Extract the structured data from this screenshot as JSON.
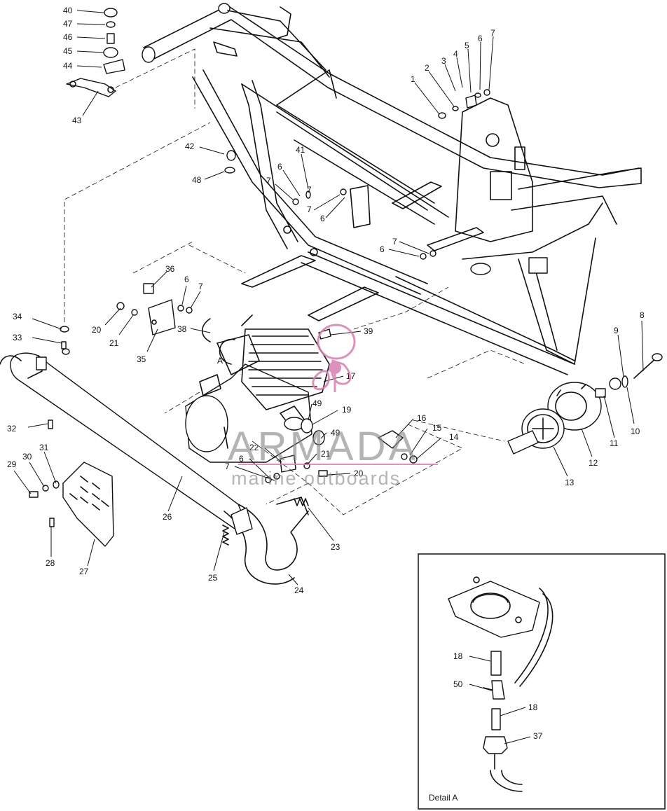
{
  "detail": {
    "title": "Detail A",
    "view_marker": "A"
  },
  "watermark": {
    "name": "ARMADA",
    "tagline": "marine outboards",
    "color": "#d77fb0"
  },
  "callouts": [
    {
      "id": "c40",
      "label": "40"
    },
    {
      "id": "c47",
      "label": "47"
    },
    {
      "id": "c46",
      "label": "46"
    },
    {
      "id": "c45",
      "label": "45"
    },
    {
      "id": "c44",
      "label": "44"
    },
    {
      "id": "c43",
      "label": "43"
    },
    {
      "id": "c42",
      "label": "42"
    },
    {
      "id": "c48",
      "label": "48"
    },
    {
      "id": "c41",
      "label": "41"
    },
    {
      "id": "c6a",
      "label": "6"
    },
    {
      "id": "c7a",
      "label": "7"
    },
    {
      "id": "c7b",
      "label": "7"
    },
    {
      "id": "c7c",
      "label": "7"
    },
    {
      "id": "c6b",
      "label": "6"
    },
    {
      "id": "c6c",
      "label": "6"
    },
    {
      "id": "c7d",
      "label": "7"
    },
    {
      "id": "c1",
      "label": "1"
    },
    {
      "id": "c2",
      "label": "2"
    },
    {
      "id": "c3",
      "label": "3"
    },
    {
      "id": "c4",
      "label": "4"
    },
    {
      "id": "c5",
      "label": "5"
    },
    {
      "id": "c6d",
      "label": "6"
    },
    {
      "id": "c7e",
      "label": "7"
    },
    {
      "id": "c36",
      "label": "36"
    },
    {
      "id": "c6e",
      "label": "6"
    },
    {
      "id": "c7f",
      "label": "7"
    },
    {
      "id": "c20a",
      "label": "20"
    },
    {
      "id": "c21a",
      "label": "21"
    },
    {
      "id": "c38",
      "label": "38"
    },
    {
      "id": "c35",
      "label": "35"
    },
    {
      "id": "c34",
      "label": "34"
    },
    {
      "id": "c33",
      "label": "33"
    },
    {
      "id": "c39",
      "label": "39"
    },
    {
      "id": "c17",
      "label": "17"
    },
    {
      "id": "c9",
      "label": "9"
    },
    {
      "id": "c8",
      "label": "8"
    },
    {
      "id": "c10",
      "label": "10"
    },
    {
      "id": "c11",
      "label": "11"
    },
    {
      "id": "c12",
      "label": "12"
    },
    {
      "id": "c13",
      "label": "13"
    },
    {
      "id": "c49a",
      "label": "49"
    },
    {
      "id": "c19",
      "label": "19"
    },
    {
      "id": "c49b",
      "label": "49"
    },
    {
      "id": "c16",
      "label": "16"
    },
    {
      "id": "c15",
      "label": "15"
    },
    {
      "id": "c14",
      "label": "14"
    },
    {
      "id": "c22",
      "label": "22"
    },
    {
      "id": "c21b",
      "label": "21"
    },
    {
      "id": "c6f",
      "label": "6"
    },
    {
      "id": "c7g",
      "label": "7"
    },
    {
      "id": "c20b",
      "label": "20"
    },
    {
      "id": "c32",
      "label": "32"
    },
    {
      "id": "c31",
      "label": "31"
    },
    {
      "id": "c30",
      "label": "30"
    },
    {
      "id": "c29",
      "label": "29"
    },
    {
      "id": "c28",
      "label": "28"
    },
    {
      "id": "c27",
      "label": "27"
    },
    {
      "id": "c26",
      "label": "26"
    },
    {
      "id": "c25",
      "label": "25"
    },
    {
      "id": "c24",
      "label": "24"
    },
    {
      "id": "c23",
      "label": "23"
    },
    {
      "id": "c18a",
      "label": "18"
    },
    {
      "id": "c50",
      "label": "50"
    },
    {
      "id": "c18b",
      "label": "18"
    },
    {
      "id": "c37",
      "label": "37"
    }
  ]
}
